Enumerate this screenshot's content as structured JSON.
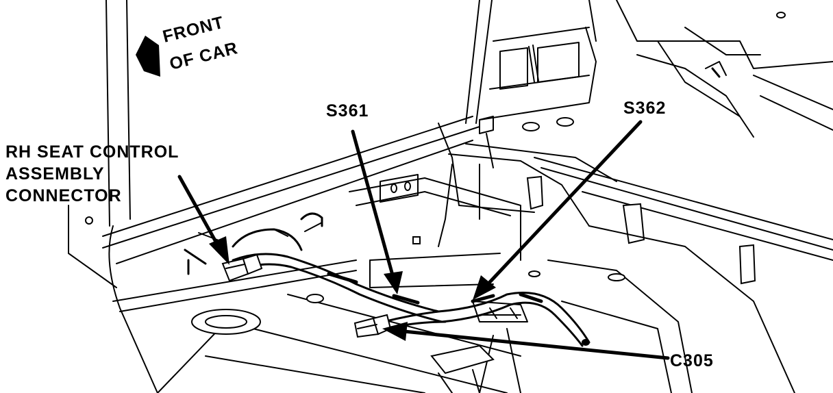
{
  "diagram": {
    "labels": {
      "front_line1": "FRONT",
      "front_line2": "OF CAR",
      "rh_line1": "RH SEAT CONTROL",
      "rh_line2": "ASSEMBLY",
      "rh_line3": "CONNECTOR",
      "s361": "S361",
      "s362": "S362",
      "c305": "C305"
    },
    "colors": {
      "ink": "#000000",
      "paper": "#ffffff"
    }
  }
}
